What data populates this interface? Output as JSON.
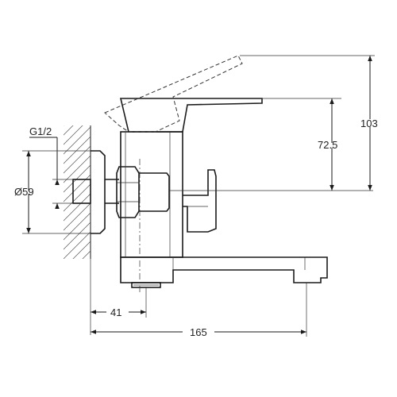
{
  "drawing": {
    "thread_label": "G1/2",
    "dim_diameter": "Ø59",
    "dim_height_outlet": "72.5",
    "dim_height_total": "103",
    "dim_wall_to_diverter": "41",
    "dim_wall_to_spout": "165"
  }
}
